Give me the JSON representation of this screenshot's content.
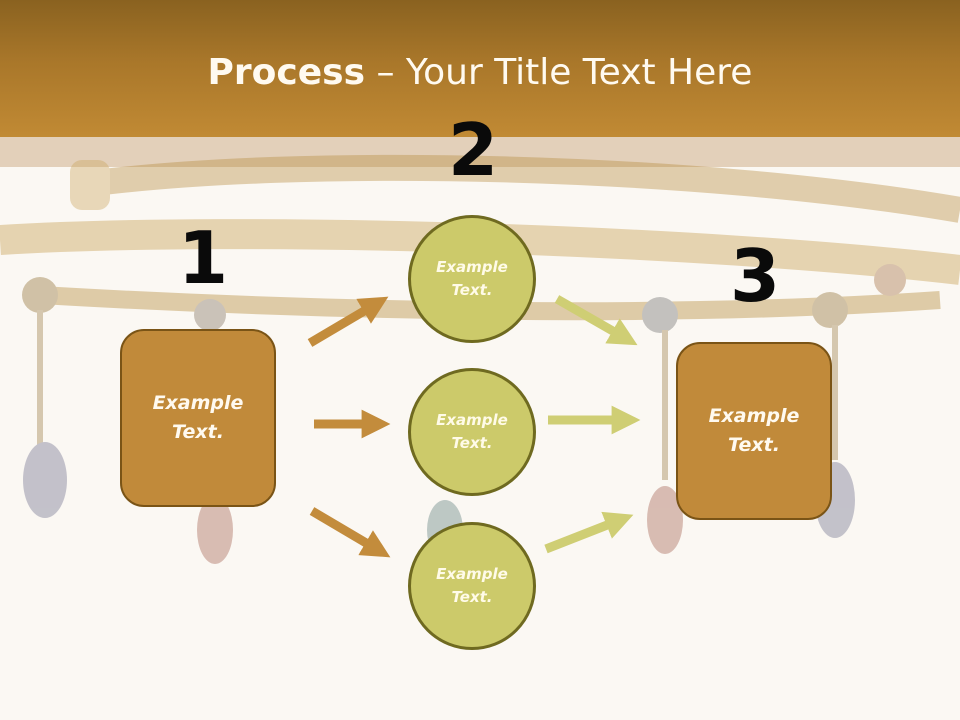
{
  "slide": {
    "title_bold": "Process",
    "title_rest": " – Your Title Text Here"
  },
  "steps": {
    "step1_number": "1",
    "step2_number": "2",
    "step3_number": "3",
    "box1_text": "Example Text.",
    "box3_text": "Example Text.",
    "circle_top_text": "Example Text.",
    "circle_mid_text": "Example Text.",
    "circle_bottom_text": "Example Text."
  },
  "colors": {
    "header": "#a9772a",
    "box_fill": "#c18a3a",
    "circle_fill": "#ccca6a",
    "arrow_left": "#c38c3c",
    "arrow_right": "#cfce74"
  }
}
